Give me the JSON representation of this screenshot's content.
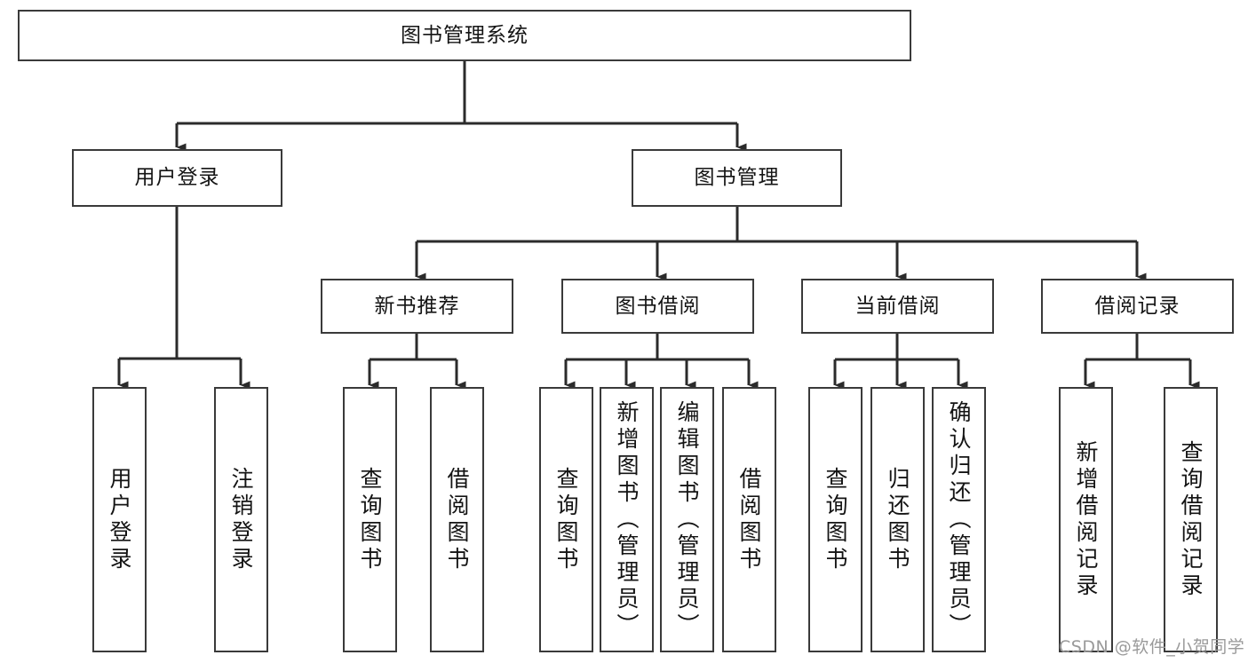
{
  "diagram": {
    "title": "图书管理系统",
    "type": "tree-structure-chart",
    "nodes": {
      "root": {
        "label": "图书管理系统"
      },
      "level2": [
        {
          "id": "user-login",
          "label": "用户登录"
        },
        {
          "id": "book-management",
          "label": "图书管理"
        }
      ],
      "level3": [
        {
          "id": "new-book-recommend",
          "label": "新书推荐"
        },
        {
          "id": "book-borrow",
          "label": "图书借阅"
        },
        {
          "id": "current-borrow",
          "label": "当前借阅"
        },
        {
          "id": "borrow-record",
          "label": "借阅记录"
        }
      ],
      "leaves": {
        "user-login": [
          {
            "id": "leaf-user-login",
            "label": "用户登录"
          },
          {
            "id": "leaf-user-logout",
            "label": "注销登录"
          }
        ],
        "new-book-recommend": [
          {
            "id": "leaf-query-book-1",
            "label": "查询图书"
          },
          {
            "id": "leaf-borrow-book-1",
            "label": "借阅图书"
          }
        ],
        "book-borrow": [
          {
            "id": "leaf-query-book-2",
            "label": "查询图书"
          },
          {
            "id": "leaf-add-book",
            "label": "新增图书（管理员）"
          },
          {
            "id": "leaf-edit-book",
            "label": "编辑图书（管理员）"
          },
          {
            "id": "leaf-borrow-book-2",
            "label": "借阅图书"
          }
        ],
        "current-borrow": [
          {
            "id": "leaf-query-book-3",
            "label": "查询图书"
          },
          {
            "id": "leaf-return-book",
            "label": "归还图书"
          },
          {
            "id": "leaf-confirm-return",
            "label": "确认归还（管理员）"
          }
        ],
        "borrow-record": [
          {
            "id": "leaf-add-record",
            "label": "新增借阅记录"
          },
          {
            "id": "leaf-query-record",
            "label": "查询借阅记录"
          }
        ]
      }
    },
    "watermark": "CSDN @软件_小贺同学",
    "colors": {
      "background": "#ffffff",
      "border": "#3a3a3a",
      "text": "#141414",
      "connector": "#2b2b2b",
      "watermark": "#9a9a9a"
    }
  }
}
